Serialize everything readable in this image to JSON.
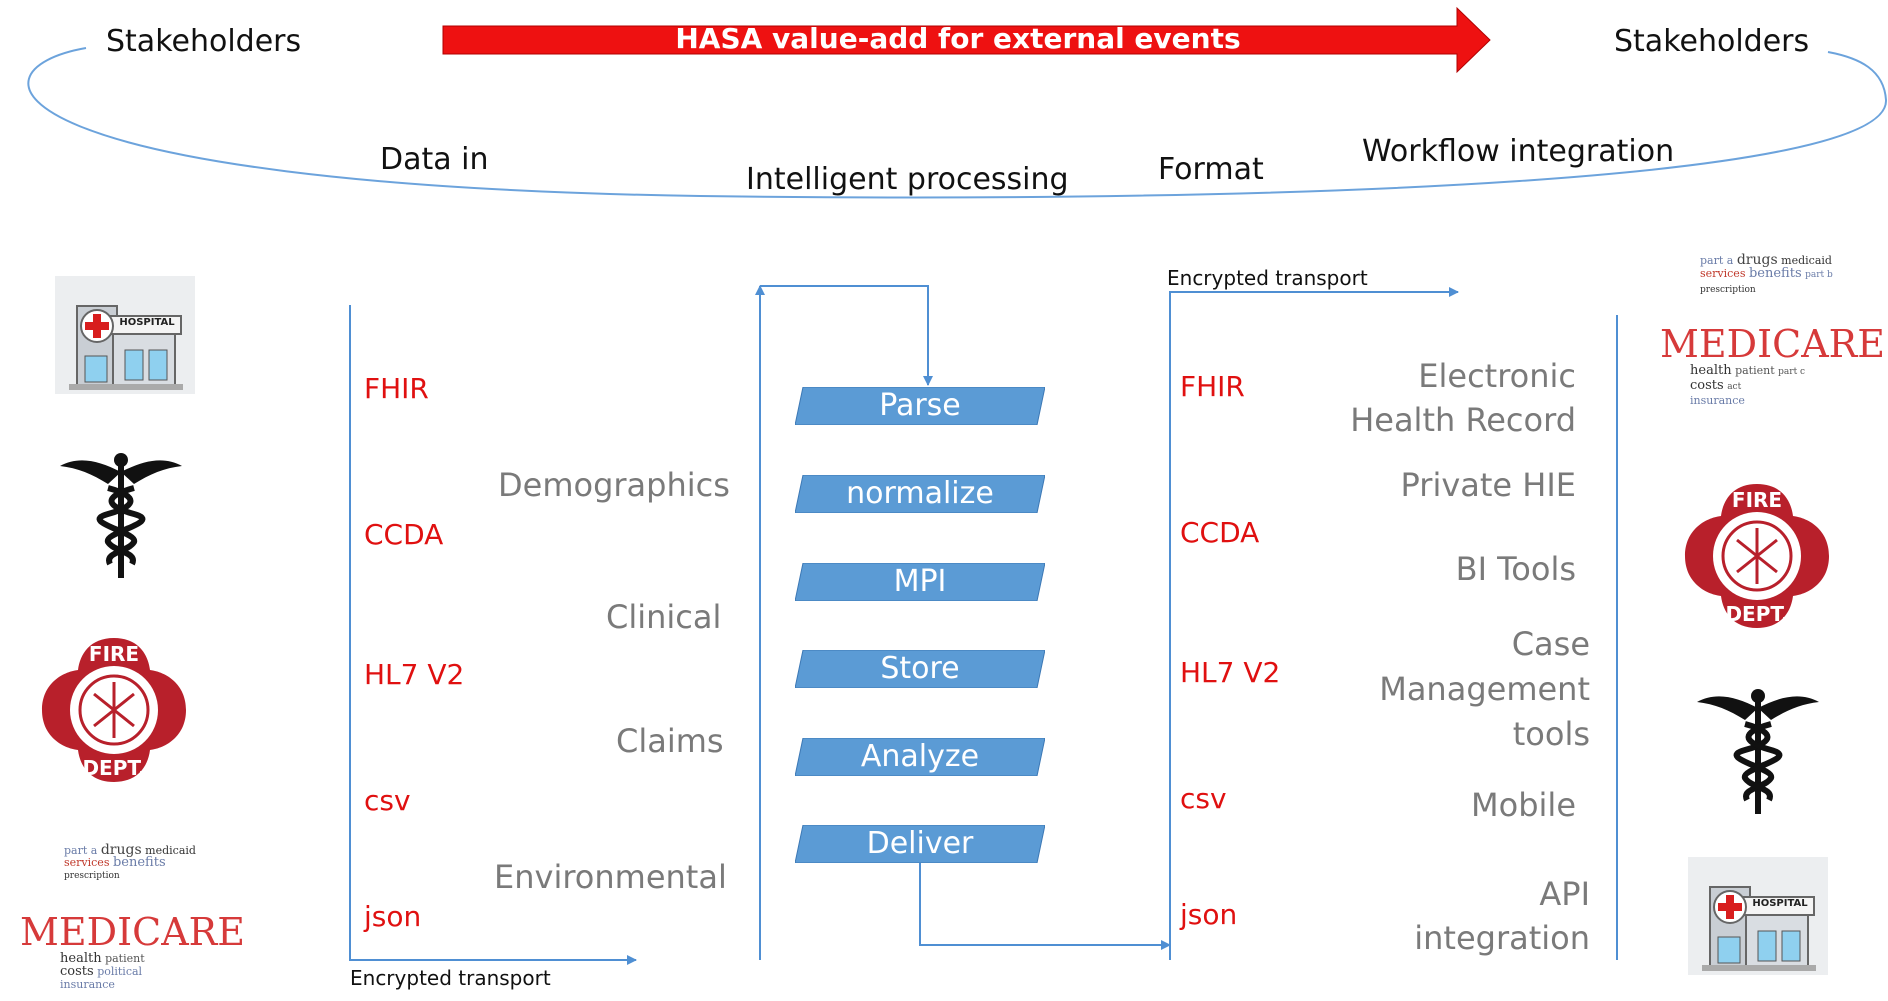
{
  "banner": {
    "label": "HASA value-add for external events"
  },
  "stakeholders": {
    "left": "Stakeholders",
    "right": "Stakeholders"
  },
  "phases": [
    "Data in",
    "Intelligent processing",
    "Format",
    "Workflow integration"
  ],
  "input": {
    "formats": [
      "FHIR",
      "CCDA",
      "HL7 V2",
      "csv",
      "json"
    ],
    "categories": [
      "Demographics",
      "Clinical",
      "Claims",
      "Environmental"
    ],
    "transport": "Encrypted transport"
  },
  "processing": {
    "steps": [
      "Parse",
      "normalize",
      "MPI",
      "Store",
      "Analyze",
      "Deliver"
    ]
  },
  "output": {
    "transport": "Encrypted transport",
    "formats": [
      "FHIR",
      "CCDA",
      "HL7 V2",
      "csv",
      "json"
    ],
    "destinations": {
      "ehr": [
        "Electronic",
        "Health Record"
      ],
      "hie": "Private HIE",
      "bi": "BI Tools",
      "case": [
        "Case",
        "Management",
        "tools"
      ],
      "mobile": "Mobile",
      "api": [
        "API",
        "integration"
      ]
    }
  },
  "logos": {
    "hospital_sign": "HOSPITAL",
    "fire_top": "FIRE",
    "fire_bottom": "DEPT.",
    "medicare": "MEDICARE",
    "medicare_words": [
      "part a",
      "drugs",
      "medicaid",
      "services",
      "benefits",
      "prescription",
      "health",
      "patient",
      "costs",
      "political",
      "insurance",
      "part b",
      "part c",
      "act"
    ]
  },
  "colors": {
    "banner": "#ee1111",
    "step_fill": "#5b9bd5",
    "connector": "#4f8fd3",
    "format_text": "#e01010",
    "category_text": "#7a7a7a"
  }
}
